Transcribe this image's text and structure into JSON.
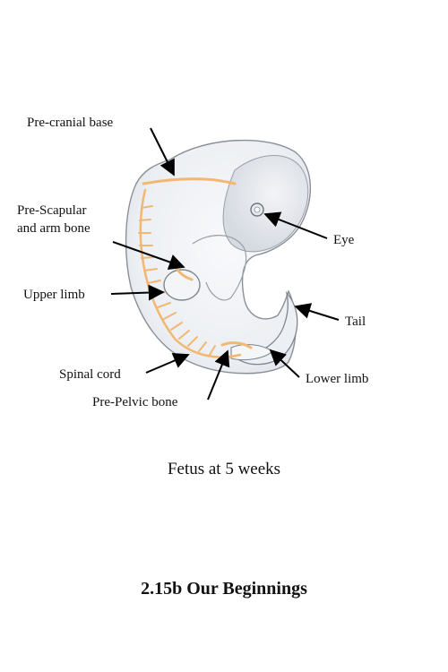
{
  "labels": {
    "precranial": "Pre-cranial base",
    "prescapular_1": "Pre-Scapular",
    "prescapular_2": "and arm bone",
    "upper_limb": "Upper limb",
    "spinal_cord": "Spinal cord",
    "prepelvic": "Pre-Pelvic bone",
    "eye": "Eye",
    "tail": "Tail",
    "lower_limb": "Lower limb"
  },
  "caption": "Fetus at 5 weeks",
  "title": "2.15b  Our Beginnings",
  "colors": {
    "bone_orange": "#f2b872",
    "embryo_fill": "#eef0f3",
    "embryo_shade": "#d9dde3",
    "outline": "#8a9099",
    "arrow": "#000000"
  }
}
